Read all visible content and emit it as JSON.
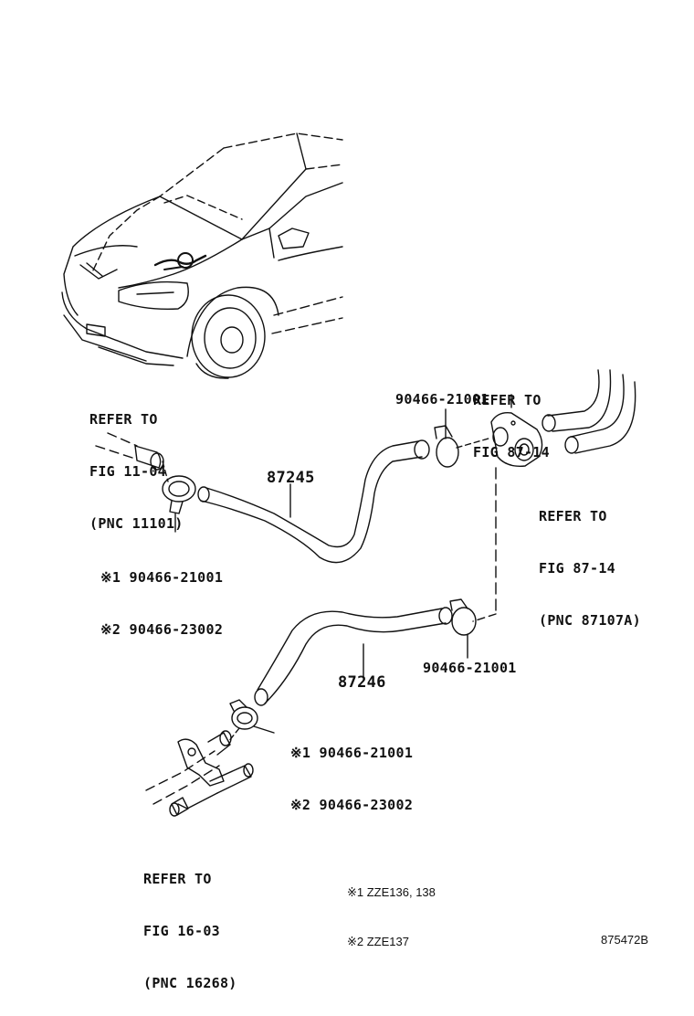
{
  "labels": {
    "refer_11_04": {
      "l1": "REFER TO",
      "l2": "FIG 11-04",
      "l3": "(PNC 11101)"
    },
    "refer_87_14_top": {
      "l1": "REFER TO",
      "l2": "FIG 87-14"
    },
    "refer_87_14_right": {
      "l1": "REFER TO",
      "l2": "FIG 87-14",
      "l3": "(PNC 87107A)"
    },
    "refer_16_03": {
      "l1": "REFER TO",
      "l2": "FIG 16-03",
      "l3": "(PNC 16268)"
    },
    "clamp_top": "90466-21001",
    "hose_upper": "87245",
    "hose_lower": "87246",
    "clamp_left_1": "※1 90466-21001",
    "clamp_left_2": "※2 90466-23002",
    "clamp_right_lower": "90466-21001",
    "clamp_bottom_1": "※1 90466-21001",
    "clamp_bottom_2": "※2 90466-23002"
  },
  "notes": {
    "n1": "※1 ZZE136, 138",
    "n2": "※2 ZZE137"
  },
  "figure_code": "875472B"
}
